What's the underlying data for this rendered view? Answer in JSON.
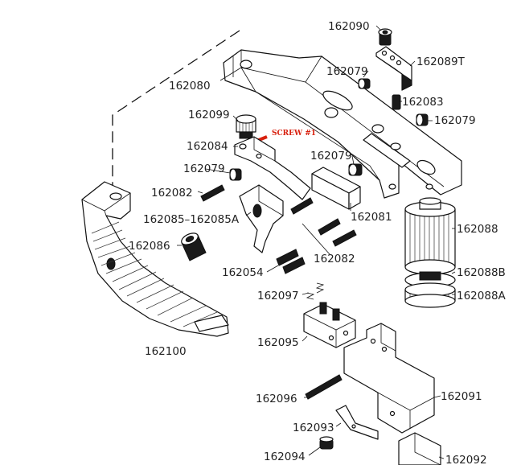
{
  "labels": {
    "p162090": "162090",
    "p162089T": "162089T",
    "p162079_top": "162079",
    "p162080": "162080",
    "p162083": "162083",
    "p162079_right": "162079",
    "p162099": "162099",
    "p162084": "162084",
    "p162079_mid": "162079",
    "p162079_left": "162079",
    "p162082_left": "162082",
    "p162085": "162085–162085A",
    "p162081": "162081",
    "p162088": "162088",
    "p162086": "162086",
    "p162082_mid": "162082",
    "p162054": "162054",
    "p162088B": "162088B",
    "p162097": "162097",
    "p162088A": "162088A",
    "p162095": "162095",
    "p162100": "162100",
    "p162091": "162091",
    "p162096": "162096",
    "p162093": "162093",
    "p162094": "162094",
    "p162092": "162092"
  },
  "callout": "SCREW #1",
  "colors": {
    "callout": "#d8200e",
    "line": "#111111"
  }
}
